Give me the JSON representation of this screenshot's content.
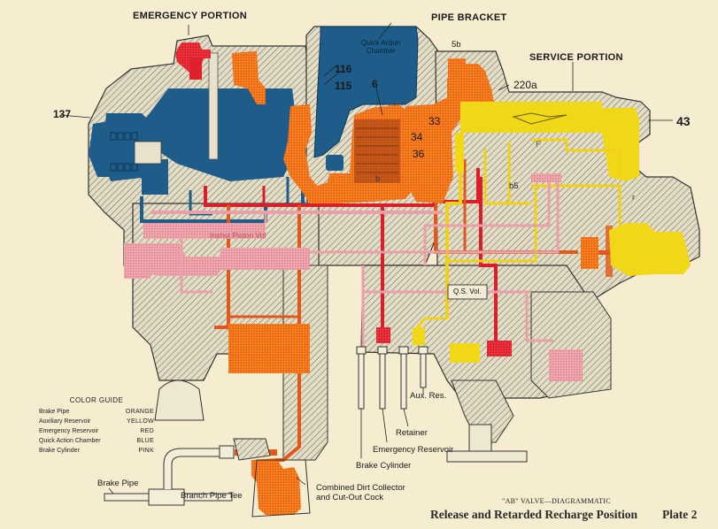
{
  "diagram": {
    "caption_small": "\"AB\" VALVE—DIAGRAMMATIC",
    "caption_title": "Release and Retarded Recharge Position",
    "plate": "Plate 2"
  },
  "portions": {
    "emergency": "EMERGENCY PORTION",
    "pipe_bracket": "PIPE BRACKET",
    "service": "SERVICE PORTION"
  },
  "part_numbers": {
    "n137": "137",
    "n116": "116",
    "n115": "115",
    "n6": "6",
    "n5b": "5b",
    "n220a": "220a",
    "n33": "33",
    "n34": "34",
    "n36": "36",
    "n43": "43",
    "nb5": "b5",
    "nF": "F",
    "nb": "b",
    "nr": "r"
  },
  "inner_labels": {
    "quick_action_chamber_1": "Quick Action",
    "quick_action_chamber_2": "Chamber",
    "inshot_piston_vol": "Inshot Piston Vol",
    "qs_vol": "Q.S. Vol."
  },
  "pipe_labels": {
    "aux_res": "Aux. Res.",
    "retainer": "Retainer",
    "emergency_reservoir": "Emergency Reservoir",
    "brake_cylinder": "Brake Cylinder",
    "brake_pipe": "Brake Pipe",
    "branch_pipe_tee": "Branch Pipe Tee",
    "dirt_collector_1": "Combined Dirt Collector",
    "dirt_collector_2": "and Cut-Out Cock"
  },
  "color_guide": {
    "title": "COLOR GUIDE",
    "entries": [
      {
        "name": "Brake Pipe",
        "color_name": "ORANGE",
        "hex": "#f06a1c"
      },
      {
        "name": "Auxiliary Reservoir",
        "color_name": "YELLOW",
        "hex": "#f0d81c"
      },
      {
        "name": "Emergency Reservoir",
        "color_name": "RED",
        "hex": "#dc1e2a"
      },
      {
        "name": "Quick Action Chamber",
        "color_name": "BLUE",
        "hex": "#1f5f8c"
      },
      {
        "name": "Brake Cylinder",
        "color_name": "PINK",
        "hex": "#eea2aa"
      }
    ]
  },
  "colors": {
    "paper": "#f6ecd0",
    "metal": "#e2dcc6",
    "hatch": "#6a6a60"
  }
}
